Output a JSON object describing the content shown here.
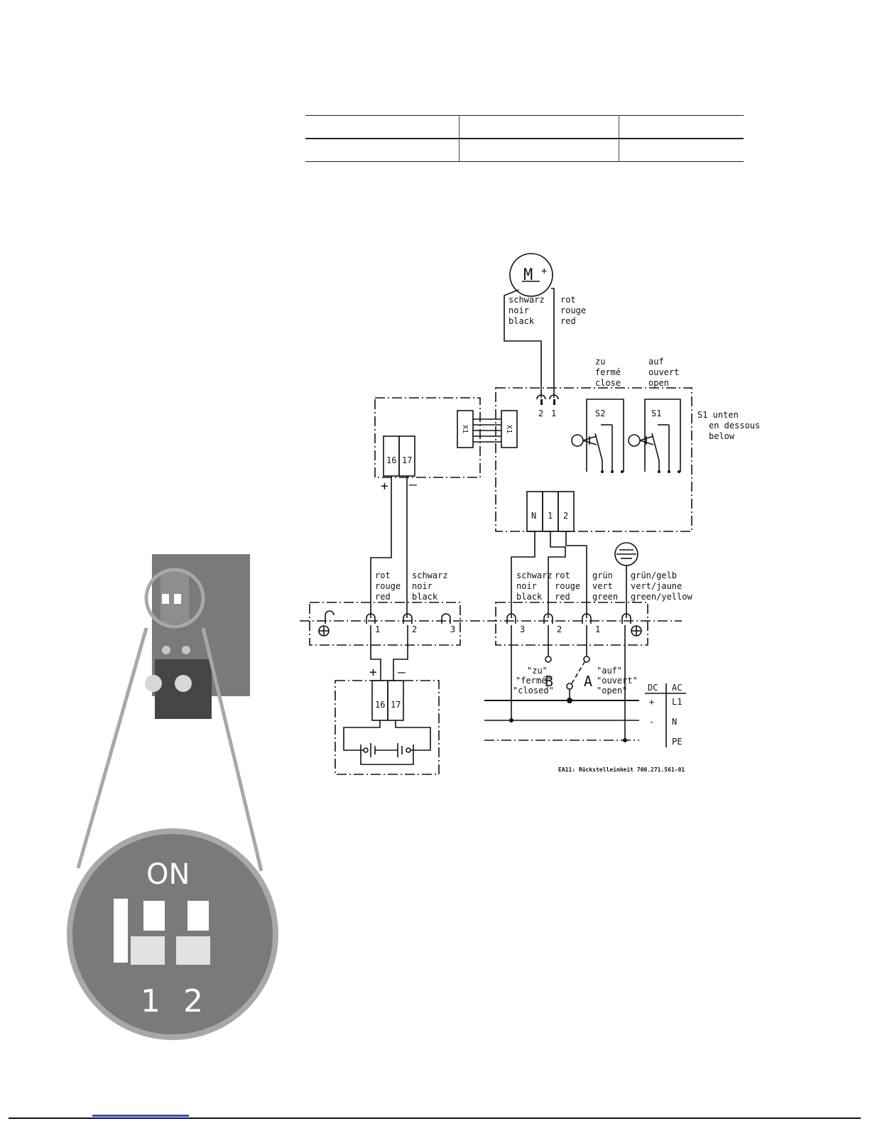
{
  "motor": {
    "symbol": "M",
    "plus": "+"
  },
  "labels": {
    "motor_left": [
      "schwarz",
      "noir",
      "black"
    ],
    "motor_right": [
      "rot",
      "rouge",
      "red"
    ],
    "zu": [
      "zu",
      "fermé",
      "close"
    ],
    "auf": [
      "auf",
      "ouvert",
      "open"
    ],
    "s1_note": [
      "S1 unten",
      "en dessous",
      "below"
    ],
    "s2": "S2",
    "s1": "S1",
    "conn_2": "2",
    "conn_1": "1",
    "x1a": "X1",
    "x1b": "X1",
    "t16": "16",
    "t17": "17",
    "plus": "+",
    "minus": "–",
    "tN": "N",
    "t1": "1",
    "t2": "2",
    "rot_left": [
      "rot",
      "rouge",
      "red"
    ],
    "schwarz_left": [
      "schwarz",
      "noir",
      "black"
    ],
    "schwarz_right": [
      "schwarz",
      "noir",
      "black"
    ],
    "rot_right": [
      "rot",
      "rouge",
      "red"
    ],
    "gruen": [
      "grün",
      "vert",
      "green"
    ],
    "gruengelb": [
      "grün/gelb",
      "vert/jaune",
      "green/yellow"
    ],
    "term_l1": "1",
    "term_l2": "2",
    "term_l3": "3",
    "term_r3": "3",
    "term_r2": "2",
    "term_r1": "1",
    "closed_q": [
      "\"zu\"",
      "\"fermé\"",
      "\"closed\""
    ],
    "open_q": [
      "\"auf\"",
      "\"ouvert\"",
      "\"open\""
    ],
    "B": "B",
    "A": "A",
    "dc": "DC",
    "ac": "AC",
    "plus_s": "+",
    "minus_s": "-",
    "L1": "L1",
    "N": "N",
    "PE": "PE",
    "b16": "16",
    "b17": "17",
    "caption": "EA11: Rückstelleinheit 700.271.561-01"
  },
  "dip": {
    "on": "ON",
    "n1": "1",
    "n2": "2"
  }
}
